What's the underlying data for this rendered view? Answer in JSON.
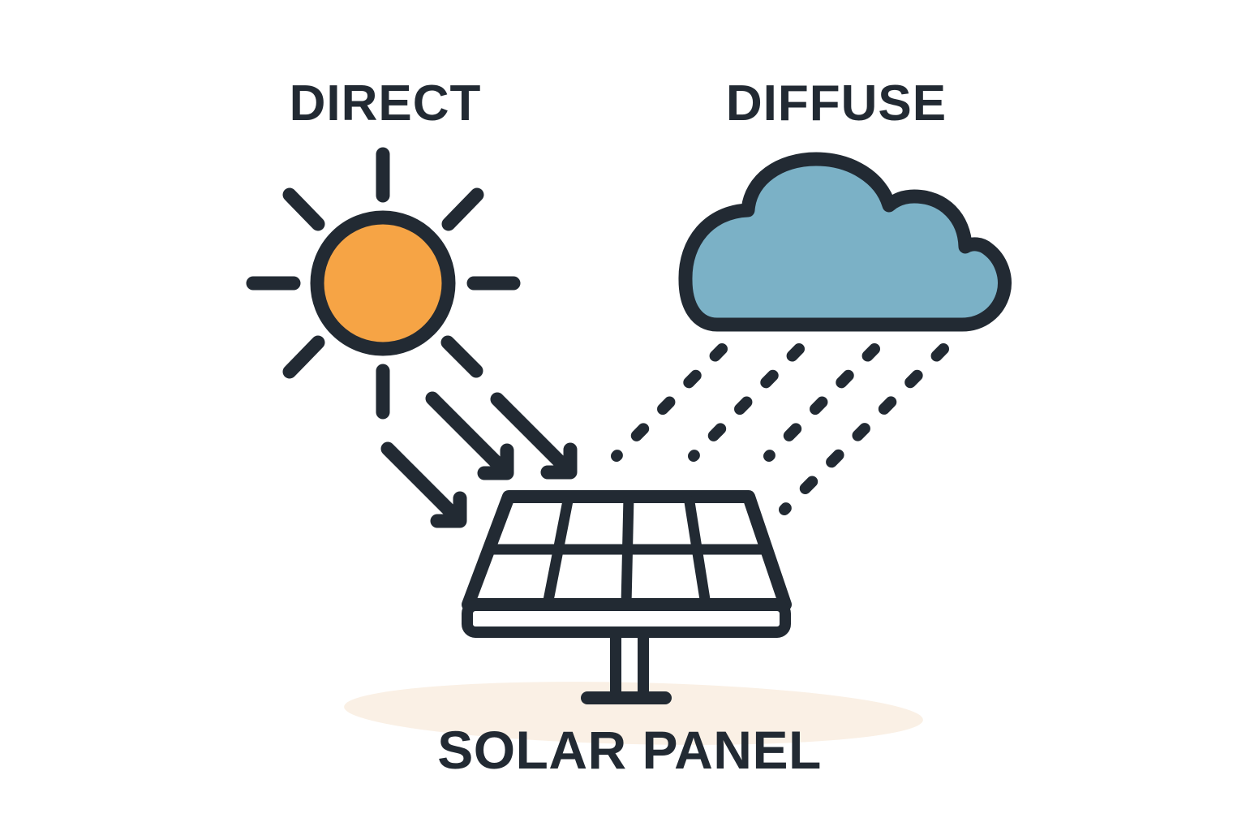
{
  "labels": {
    "direct": "DIRECT",
    "diffuse": "DIFFUSE",
    "solar_panel": "SOLAR PANEL"
  },
  "colors": {
    "background": "#FFFFFF",
    "outline": "#222A33",
    "text": "#222A33",
    "sun_fill": "#F6A445",
    "cloud_fill": "#7BB1C6",
    "panel_fill": "#FFFFFF",
    "ground_shadow": "#FAF0E5"
  },
  "diagram": {
    "type": "illustration",
    "subject": "solar panel irradiance",
    "elements": [
      {
        "name": "sun",
        "label_ref": "direct",
        "sun_rays": 8,
        "arrows_to_panel": 3,
        "arrow_style": "solid"
      },
      {
        "name": "cloud",
        "label_ref": "diffuse",
        "lines_to_panel": 4,
        "line_style": "dashed"
      },
      {
        "name": "solar-panel",
        "label_ref": "solar_panel",
        "grid_rows": 2,
        "grid_columns": 4
      }
    ]
  }
}
